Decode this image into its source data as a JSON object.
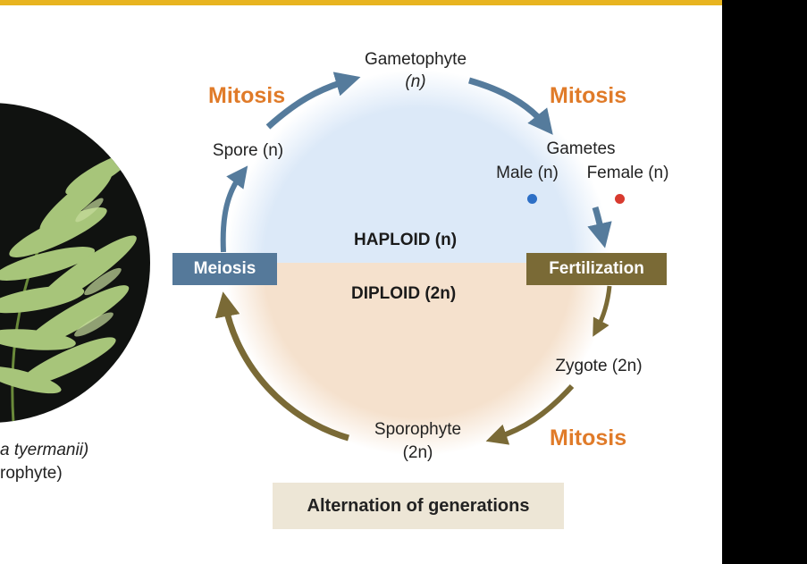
{
  "diagram": {
    "labels": {
      "gametophyte": "Gametophyte",
      "gametophyte_ploidy": "(n)",
      "gametes": "Gametes",
      "male": "Male (n)",
      "female": "Female (n)",
      "spore": "Spore (n)",
      "zygote": "Zygote (2n)",
      "sporophyte": "Sporophyte",
      "sporophyte_ploidy": "(2n)",
      "haploid": "HAPLOID (n)",
      "diploid": "DIPLOID (2n)"
    },
    "processes": {
      "mitosis_top_left": "Mitosis",
      "mitosis_top_right": "Mitosis",
      "mitosis_bottom_right": "Mitosis",
      "meiosis": "Meiosis",
      "fertilization": "Fertilization"
    },
    "title": "Alternation of generations",
    "colors": {
      "haploid_fill": "#dce9f8",
      "diploid_fill": "#f5e1cd",
      "haploid_arrow": "#557b9c",
      "diploid_arrow": "#7a6a36",
      "mitosis_text": "#e07b29",
      "male_gamete": "#2d6fc6",
      "female_gamete": "#d83a2f",
      "accent_bar": "#e8b420"
    }
  },
  "photo_caption": {
    "line1": "a tyermanii)",
    "line2": "rophyte)"
  }
}
